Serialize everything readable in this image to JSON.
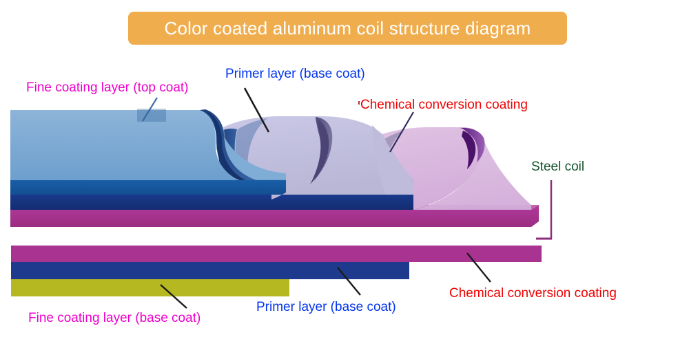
{
  "title": {
    "text": "Color coated aluminum coil structure diagram",
    "background_color": "#f0ad4e",
    "text_color": "#ffffff"
  },
  "diagram": {
    "type": "layered-cross-section",
    "description": "Color coated aluminum coil structure: peeled-back layer cross-section above, flat stacked bar below",
    "annotations": [
      {
        "id": "top-coat-top",
        "text": "Fine coating layer (top coat)",
        "color": "#ee00cc"
      },
      {
        "id": "primer-top",
        "text": "Primer layer (base coat)",
        "color": "#0033ee"
      },
      {
        "id": "chemical-top",
        "text": "Chemical conversion coating",
        "color": "#ee0000"
      },
      {
        "id": "steel-coil",
        "text": "Steel coil",
        "color": "#14532d"
      },
      {
        "id": "chemical-bottom",
        "text": "Chemical conversion coating",
        "color": "#ee0000"
      },
      {
        "id": "primer-bottom",
        "text": "Primer layer (base coat)",
        "color": "#0033ee"
      },
      {
        "id": "basecoat-bottom",
        "text": "Fine coating layer (base coat)",
        "color": "#ee00cc"
      }
    ],
    "upper_layers": [
      {
        "name": "fine-coating-top-coat",
        "color": "#7aa9d6"
      },
      {
        "name": "primer-base-coat",
        "color": "#c2c0de"
      },
      {
        "name": "chemical-conversion",
        "color": "#d9b8de"
      },
      {
        "name": "top-coat-edge",
        "color": "#1a3f7a"
      },
      {
        "name": "primer-edge",
        "color": "#5b5583"
      },
      {
        "name": "chemical-edge",
        "color": "#6b2a8c"
      },
      {
        "name": "substrate-mid-blue",
        "color": "#17569e"
      },
      {
        "name": "substrate-navy",
        "color": "#16357e"
      },
      {
        "name": "steel-coil-magenta",
        "color": "#a83391"
      }
    ],
    "lower_bar_layers": [
      {
        "name": "chemical-conversion-bar",
        "color": "#a83391"
      },
      {
        "name": "primer-base-coat-bar",
        "color": "#1e3a8c"
      },
      {
        "name": "fine-coating-base-bar",
        "color": "#b5b820"
      }
    ]
  }
}
